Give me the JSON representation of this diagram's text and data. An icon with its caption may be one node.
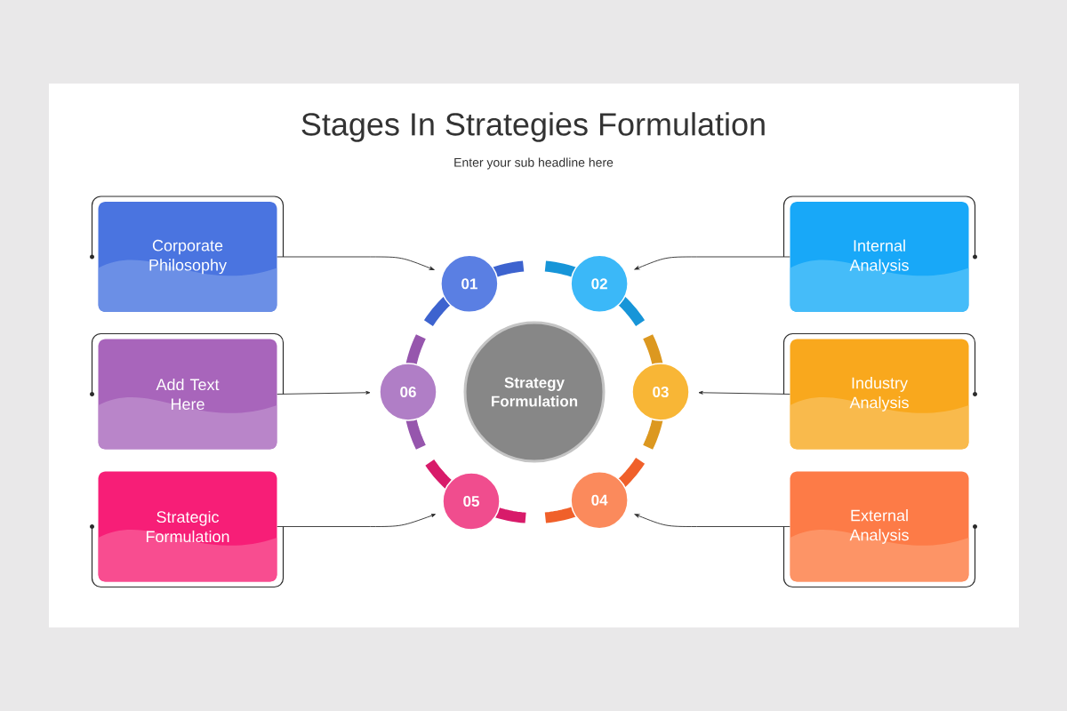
{
  "diagram": {
    "title": "Stages In Strategies Formulation",
    "nodes": [
      {
        "text": [
          "Strategy Formulation"
        ]
      },
      {
        "text": [
          "01"
        ]
      },
      {
        "text": [
          "02"
        ]
      },
      {
        "text": [
          "03"
        ]
      },
      {
        "text": [
          "04"
        ]
      },
      {
        "text": [
          "05"
        ]
      },
      {
        "text": [
          "06"
        ]
      },
      {
        "text": [
          "Corporate Philosophy"
        ]
      },
      {
        "text": [
          "Internal Analysis"
        ]
      },
      {
        "text": [
          "Add Text Here"
        ]
      },
      {
        "text": [
          "Industry Analysis"
        ]
      },
      {
        "text": [
          "Strategic Formulation"
        ]
      },
      {
        "text": [
          "External Analysis"
        ]
      }
    ],
    "edges": [
      {
        "from": 7,
        "to": 1,
        "arrow": "to"
      },
      {
        "from": 8,
        "to": 2,
        "arrow": "to"
      },
      {
        "from": 9,
        "to": 6,
        "arrow": "to"
      },
      {
        "from": 10,
        "to": 3,
        "arrow": "to"
      },
      {
        "from": 11,
        "to": 5,
        "arrow": "to"
      },
      {
        "from": 12,
        "to": 4,
        "arrow": "to"
      }
    ],
    "labels": [
      "Enter your sub headline here"
    ]
  }
}
